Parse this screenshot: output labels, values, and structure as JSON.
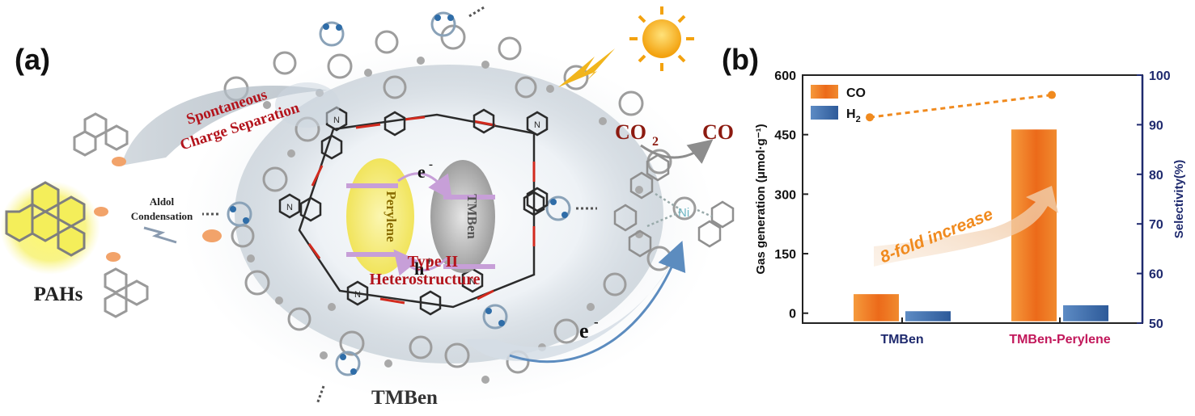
{
  "panel_a": {
    "label": "(a)",
    "pahs_label": "PAHs",
    "aldol_line1": "Aldol",
    "aldol_line2": "Condensation",
    "spontaneous_line1": "Spontaneous",
    "spontaneous_line2": "Charge Separation",
    "perylene_label": "Perylene",
    "tmben_inner_label": "TMBen",
    "electron_label": "e",
    "electron_sup": "-",
    "hole_label": "h",
    "hole_sup": "+",
    "type2_line1": "Type II",
    "type2_line2": "Heterostructure",
    "tmben_bottom_label": "TMBen",
    "co2_label": "CO",
    "co2_sub": "2",
    "co_label": "CO",
    "electron_transfer_label": "e",
    "electron_transfer_sup": "-",
    "ni_label": "Ni",
    "ring_n_label": "N",
    "colors": {
      "red_text": "#b3141c",
      "brown_text": "#8c1a10",
      "perylene_yellow": "#f6ee8a",
      "tmben_gray": "#b9b9b9",
      "vinyl_red": "#d22a1e",
      "sun": "#f5b21a"
    }
  },
  "panel_b": {
    "label": "(b)",
    "annotation": "8-fold increase"
  },
  "chart_data": {
    "type": "bar",
    "categories": [
      "TMBen",
      "TMBen-Perylene"
    ],
    "series": [
      {
        "name": "CO",
        "values": [
          48,
          463
        ],
        "color": "#f07a22"
      },
      {
        "name": "H2",
        "values": [
          5,
          20
        ],
        "color": "#3a6aa8"
      }
    ],
    "selectivity": {
      "values": [
        91.5,
        96
      ],
      "color": "#f08a1e"
    },
    "ylabel_left": "Gas generation (μmol·g⁻¹)",
    "ylabel_right": "Selectivity(%)",
    "ylim_left": [
      -25,
      600
    ],
    "yticks_left": [
      "0",
      "150",
      "300",
      "450",
      "600"
    ],
    "ylim_right": [
      50,
      100
    ],
    "yticks_right": [
      "50",
      "60",
      "70",
      "80",
      "90",
      "100"
    ],
    "legend_co": "CO",
    "legend_h2_main": "H",
    "legend_h2_sub": "2",
    "legend_position": "top-left",
    "category_colors": [
      "#1f2a6e",
      "#c2185b"
    ],
    "right_axis_color": "#1f2a6e"
  }
}
